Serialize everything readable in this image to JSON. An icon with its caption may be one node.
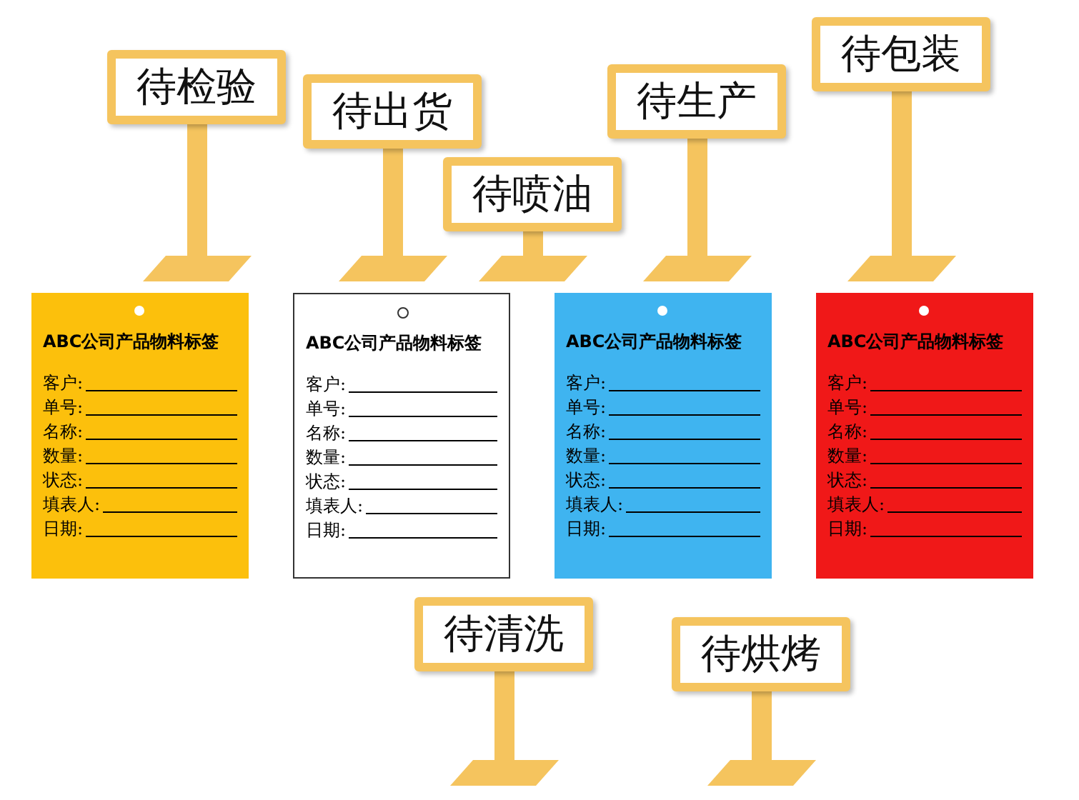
{
  "diagram": {
    "nodes": [
      {
        "text": [
          "待检验"
        ]
      },
      {
        "text": [
          "待出货"
        ]
      },
      {
        "text": [
          "待喷油"
        ]
      },
      {
        "text": [
          "待生产"
        ]
      },
      {
        "text": [
          "待包装"
        ]
      },
      {
        "text": [
          "ABC公司产品物料标签",
          "客户:",
          "单号:",
          "名称:",
          "数量:",
          "状态:",
          "填表人:",
          "日期:"
        ]
      },
      {
        "text": [
          "ABC公司产品物料标签",
          "客户:",
          "单号:",
          "名称:",
          "数量:",
          "状态:",
          "填表人:",
          "日期:"
        ]
      },
      {
        "text": [
          "ABC公司产品物料标签",
          "客户:",
          "单号:",
          "名称:",
          "数量:",
          "状态:",
          "填表人:",
          "日期:"
        ]
      },
      {
        "text": [
          "ABC公司产品物料标签",
          "客户:",
          "单号:",
          "名称:",
          "数量:",
          "状态:",
          "填表人:",
          "日期:"
        ]
      },
      {
        "text": [
          "待清洗"
        ]
      },
      {
        "text": [
          "待烘烤"
        ]
      }
    ]
  }
}
